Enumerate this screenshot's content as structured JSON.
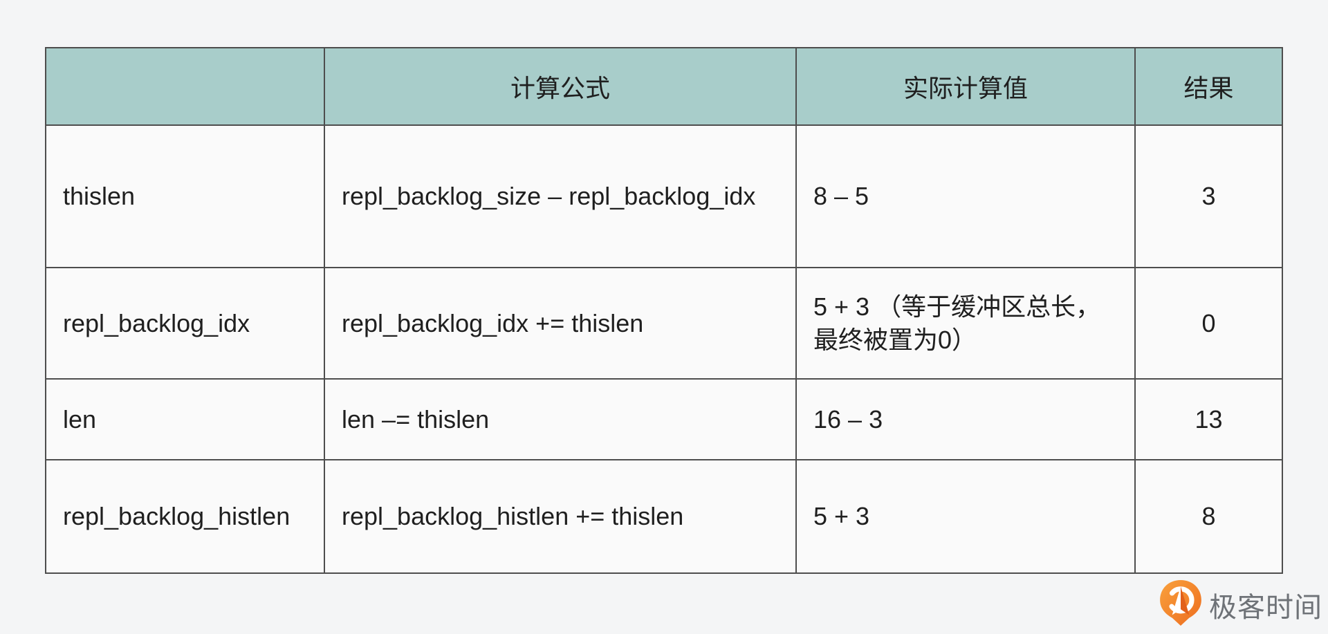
{
  "page": {
    "background": "#f4f5f6"
  },
  "table": {
    "border_color": "#4d4d4d",
    "header_bg": "#a8cdca",
    "cell_bg": "#fafafa",
    "text_color": "#1f1f1f",
    "columns": [
      "",
      "计算公式",
      "实际计算值",
      "结果"
    ],
    "rows": [
      {
        "name": "thislen",
        "formula": "repl_backlog_size – repl_backlog_idx",
        "calc": "8 – 5",
        "result": "3"
      },
      {
        "name": "repl_backlog_idx",
        "formula": "repl_backlog_idx += thislen",
        "calc": "5 + 3 （等于缓冲区总长，\n最终被置为0）",
        "result": "0"
      },
      {
        "name": "len",
        "formula": "len –= thislen",
        "calc": "16 – 3",
        "result": "13"
      },
      {
        "name": "repl_backlog_histlen",
        "formula": "repl_backlog_histlen += thislen",
        "calc": "5 + 3",
        "result": "8"
      }
    ]
  },
  "footer": {
    "brand": "极客时间",
    "brand_text_color": "#6e7277",
    "logo_orange": "#f78b22",
    "logo_icon": "geektime-pin-logo"
  }
}
